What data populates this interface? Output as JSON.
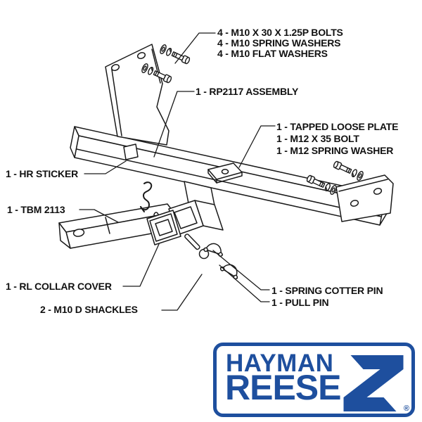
{
  "callouts": {
    "bolts": [
      "4 - M10 X 30 X 1.25P BOLTS",
      "4 - M10 SPRING WASHERS",
      "4 - M10 FLAT WASHERS"
    ],
    "assembly": "1 - RP2117 ASSEMBLY",
    "loose_plate": [
      "1 - TAPPED LOOSE PLATE",
      "1 - M12 X 35 BOLT",
      "1 - M12 SPRING WASHER"
    ],
    "hr_sticker": "1 - HR STICKER",
    "ball_mount": "1 - TBM 2113",
    "collar_cover": "1 - RL COLLAR COVER",
    "d_shackles": "2 - M10 D SHACKLES",
    "pins": [
      "1 - SPRING COTTER PIN",
      "1 - PULL PIN"
    ]
  },
  "logo": {
    "word1": "HAYMAN",
    "word2": "REESE",
    "registered": "®",
    "blue": "#1e4f9e"
  },
  "colors": {
    "line": "#1a1a1a",
    "background": "#ffffff"
  }
}
